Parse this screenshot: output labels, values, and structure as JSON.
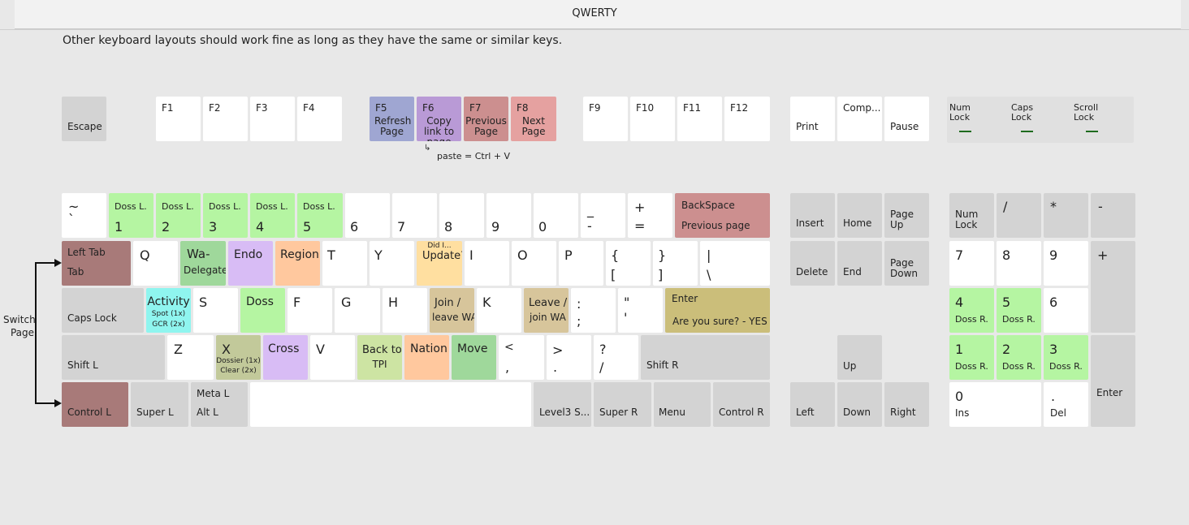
{
  "title": "QWERTY",
  "intro": "Other keyboard layouts should work fine as long as they have the same or similar keys.",
  "colors": {
    "green": "#b5f5a2",
    "purple": "#d8bcf5",
    "orange": "#ffc89e",
    "yellow": "#ffdfa0",
    "brown": "#a87a79",
    "rose": "#cc8f8f",
    "salmon": "#e5a1a0",
    "tan": "#cbbe7a",
    "blue": "#9fa6d2",
    "cyan": "#8ff5ef",
    "gray": "#d3d3d3"
  },
  "fn": {
    "esc": "Escape",
    "f1": "F1",
    "f2": "F2",
    "f3": "F3",
    "f4": "F4",
    "f5": "F5",
    "f5_action": "Refresh Page",
    "f6": "F6",
    "f6_action": "Copy link to page",
    "f7": "F7",
    "f7_action": "Previous Page",
    "f8": "F8",
    "f8_action": "Next Page",
    "f9": "F9",
    "f10": "F10",
    "f11": "F11",
    "f12": "F12",
    "paste_note": "paste = Ctrl + V",
    "print": "Print",
    "comp": "Comp...",
    "pause": "Pause"
  },
  "leds": {
    "num": "Num Lock",
    "caps": "Caps Lock",
    "scroll": "Scroll Lock"
  },
  "row1": {
    "tilde_top": "~",
    "tilde_bottom": "`",
    "doss_label": "Doss L.",
    "k1": "1",
    "k2": "2",
    "k3": "3",
    "k4": "4",
    "k5": "5",
    "k6": "6",
    "k7": "7",
    "k8": "8",
    "k9": "9",
    "k0": "0",
    "minus_top": "_",
    "minus_bottom": "-",
    "plus_top": "+",
    "plus_bottom": "=",
    "backspace": "BackSpace",
    "backspace_action": "Previous page"
  },
  "row2": {
    "tab_top": "Left Tab",
    "tab": "Tab",
    "q": "Q",
    "w_action_1": "Wa-",
    "w_action_2": "Delegate",
    "e_action": "Endo",
    "r_action": "Region",
    "t": "T",
    "y": "Y",
    "u_small": "Did I...",
    "u_action": "Update?",
    "i": "I",
    "o": "O",
    "p": "P",
    "lbrace": "{",
    "lbracket": "[",
    "rbrace": "}",
    "rbracket": "]",
    "pipe": "|",
    "backslash": "\\"
  },
  "row3": {
    "caps": "Caps Lock",
    "a_action": "Activity",
    "a_sub1": "Spot (1x)",
    "a_sub2": "GCR (2x)",
    "s": "S",
    "d_action": "Doss",
    "f": "F",
    "g": "G",
    "h": "H",
    "j_action_1": "Join /",
    "j_action_2": "leave WA",
    "k": "K",
    "l_action_1": "Leave /",
    "l_action_2": "join WA",
    "colon": ":",
    "semicolon": ";",
    "dquote": "\"",
    "squote": "'",
    "enter": "Enter",
    "enter_action": "Are you sure? - YES"
  },
  "row4": {
    "shift_l": "Shift L",
    "z": "Z",
    "x": "X",
    "x_sub1": "Dossier (1x)",
    "x_sub2": "Clear (2x)",
    "c_action": "Cross",
    "v": "V",
    "b_action_1": "Back to",
    "b_action_2": "TPI",
    "n_action": "Nation",
    "m_action": "Move",
    "lt": "<",
    "comma": ",",
    "gt": ">",
    "period": ".",
    "question": "?",
    "slash": "/",
    "shift_r": "Shift R"
  },
  "row5": {
    "ctrl_l": "Control L",
    "super_l": "Super L",
    "meta_l": "Meta L",
    "alt_l": "Alt L",
    "level3": "Level3 S...",
    "super_r": "Super R",
    "menu": "Menu",
    "ctrl_r": "Control R"
  },
  "switch_page": "Switch Page",
  "nav": {
    "insert": "Insert",
    "home": "Home",
    "page_up": "Page Up",
    "delete": "Delete",
    "end": "End",
    "page_down": "Page Down",
    "up": "Up",
    "left": "Left",
    "down": "Down",
    "right": "Right"
  },
  "numpad": {
    "numlock": "Num Lock",
    "div": "/",
    "mul": "*",
    "sub": "-",
    "add": "+",
    "n7": "7",
    "n8": "8",
    "n9": "9",
    "n4": "4",
    "n5": "5",
    "n6": "6",
    "n1": "1",
    "n2": "2",
    "n3": "3",
    "n0": "0",
    "ins": "Ins",
    "dot": ".",
    "del": "Del",
    "enter": "Enter",
    "doss_r": "Doss R."
  }
}
